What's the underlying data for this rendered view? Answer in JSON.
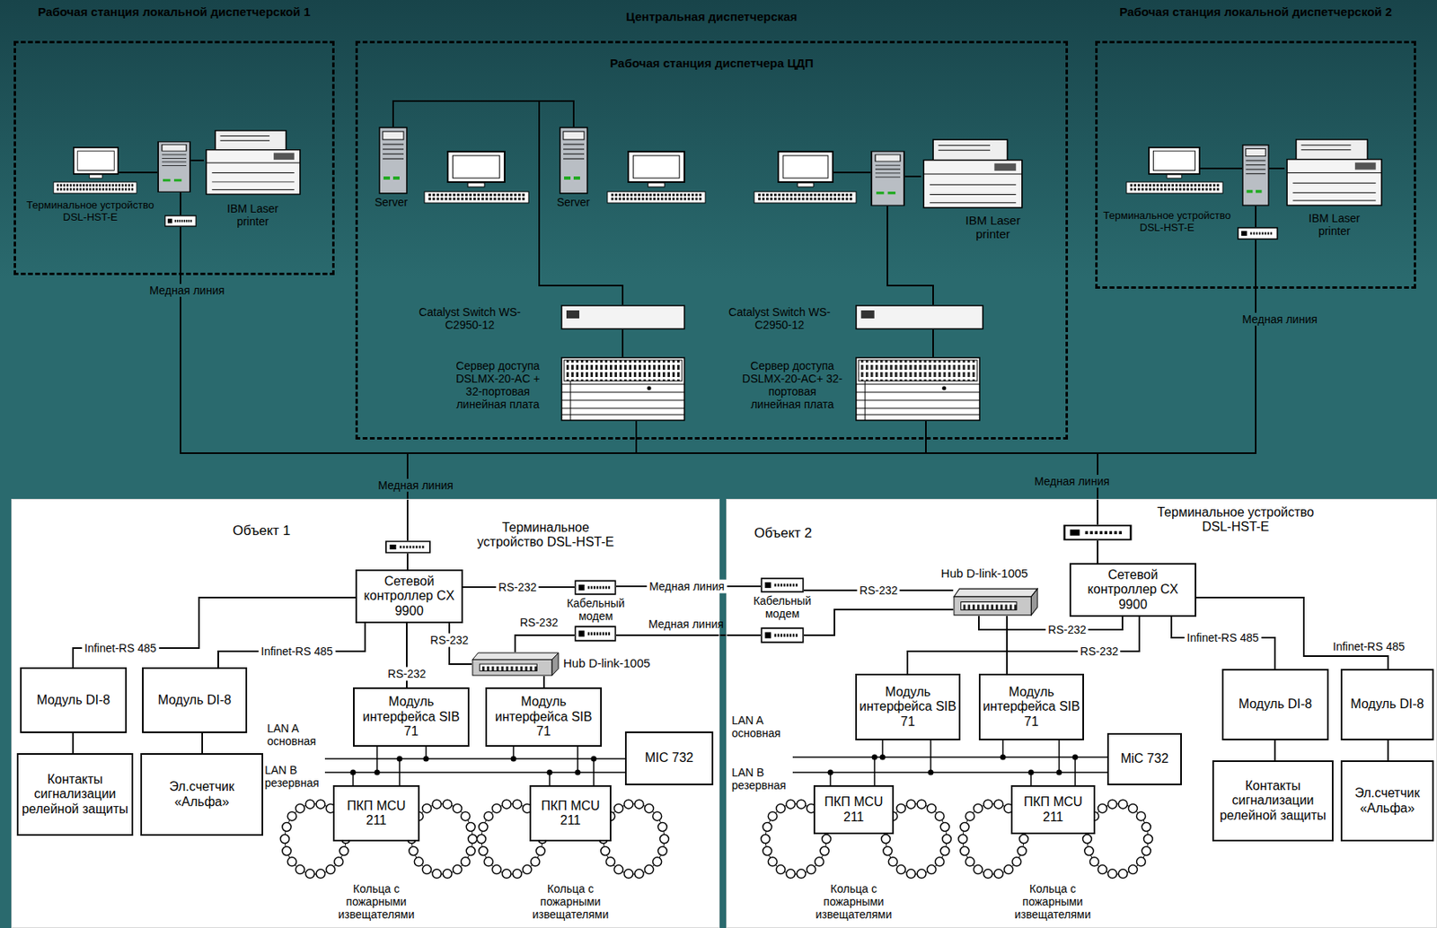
{
  "diagram": {
    "nodes": [
      {
        "text": [
          "Рабочая станция локальной диспетчерской 1"
        ]
      },
      {
        "text": [
          "Терминальное устройство DSL-HST-E"
        ],
        "in": 0
      },
      {
        "text": [
          "IBM Laser printer"
        ],
        "in": 0
      },
      {
        "text": [
          "Центральная диспетчерская",
          "Рабочая станция диспетчера ЦДП"
        ]
      },
      {
        "text": [
          "Server"
        ],
        "in": 3
      },
      {
        "text": [
          "Server"
        ],
        "in": 3
      },
      {
        "text": [
          "IBM Laser printer"
        ],
        "in": 3
      },
      {
        "text": [
          "Catalyst Switch WS-C2950-12"
        ],
        "in": 3
      },
      {
        "text": [
          "Catalyst Switch WS-C2950-12"
        ],
        "in": 3
      },
      {
        "text": [
          "Сервер доступа DSLMX-20-AC + 32-портовая линейная плата"
        ],
        "in": 3
      },
      {
        "text": [
          "Сервер доступа DSLMX-20-AC+ 32-портовая линейная плата"
        ],
        "in": 3
      },
      {
        "text": [
          "Рабочая станция локальной диспетчерской 2"
        ]
      },
      {
        "text": [
          "Терминальное устройство DSL-HST-E"
        ],
        "in": 11
      },
      {
        "text": [
          "IBM Laser printer"
        ],
        "in": 11
      },
      {
        "text": [
          "Объект 1"
        ]
      },
      {
        "text": [
          "Терминальное устройство DSL-HST-E"
        ],
        "in": 14
      },
      {
        "text": [
          "Сетевой контроллер CX 9900"
        ],
        "in": 14
      },
      {
        "text": [
          "Кабельный модем"
        ],
        "in": 14
      },
      {
        "text": [
          "Hub D-link-1005"
        ],
        "in": 14
      },
      {
        "text": [
          "Модуль DI-8"
        ],
        "in": 14
      },
      {
        "text": [
          "Модуль DI-8"
        ],
        "in": 14
      },
      {
        "text": [
          "Модуль интерфейса SIB 71"
        ],
        "in": 14
      },
      {
        "text": [
          "Модуль интерфейса SIB 71"
        ],
        "in": 14
      },
      {
        "text": [
          "MIC 732"
        ],
        "in": 14
      },
      {
        "text": [
          "Контакты сигнализации релейной защиты"
        ],
        "in": 14
      },
      {
        "text": [
          "Эл.счетчик «Альфа»"
        ],
        "in": 14
      },
      {
        "text": [
          "ПКП MCU 211"
        ],
        "in": 14
      },
      {
        "text": [
          "ПКП MCU 211"
        ],
        "in": 14
      },
      {
        "text": [
          "Объект 2"
        ]
      },
      {
        "text": [
          "Кабельный модем"
        ],
        "in": 28
      },
      {
        "text": [
          "Hub D-link-1005"
        ],
        "in": 28
      },
      {
        "text": [
          "Терминальное устройство DSL-HST-E"
        ],
        "in": 28
      },
      {
        "text": [
          "Сетевой контроллер CX 9900"
        ],
        "in": 28
      },
      {
        "text": [
          "Модуль интерфейса SIB 71"
        ],
        "in": 28
      },
      {
        "text": [
          "Модуль интерфейса SIB 71"
        ],
        "in": 28
      },
      {
        "text": [
          "MiC 732"
        ],
        "in": 28
      },
      {
        "text": [
          "Модуль DI-8"
        ],
        "in": 28
      },
      {
        "text": [
          "Модуль DI-8"
        ],
        "in": 28
      },
      {
        "text": [
          "Контакты сигнализации релейной защиты"
        ],
        "in": 28
      },
      {
        "text": [
          "Эл.счетчик «Альфа»"
        ],
        "in": 28
      },
      {
        "text": [
          "ПКП MCU 211"
        ],
        "in": 28
      },
      {
        "text": [
          "ПКП MCU 211"
        ],
        "in": 28
      }
    ],
    "edges": [
      {
        "from": 4,
        "to": 7,
        "arrow": "none"
      },
      {
        "from": 5,
        "to": 7,
        "arrow": "none"
      },
      {
        "from": 7,
        "to": 9,
        "arrow": "none"
      },
      {
        "from": 8,
        "to": 10,
        "arrow": "none"
      },
      {
        "from": 9,
        "to": 1,
        "arrow": "none"
      },
      {
        "from": 9,
        "to": 12,
        "arrow": "none"
      },
      {
        "from": 9,
        "to": 15,
        "arrow": "none"
      },
      {
        "from": 9,
        "to": 31,
        "arrow": "none"
      },
      {
        "from": 10,
        "to": 1,
        "arrow": "none"
      },
      {
        "from": 10,
        "to": 12,
        "arrow": "none"
      },
      {
        "from": 10,
        "to": 15,
        "arrow": "none"
      },
      {
        "from": 10,
        "to": 31,
        "arrow": "none"
      },
      {
        "from": 15,
        "to": 16,
        "arrow": "none"
      },
      {
        "from": 16,
        "to": 17,
        "label": "RS-232",
        "arrow": "none"
      },
      {
        "from": 16,
        "to": 18,
        "label": "RS-232",
        "arrow": "none"
      },
      {
        "from": 16,
        "to": 21,
        "label": "RS-232",
        "arrow": "none"
      },
      {
        "from": 18,
        "to": 22,
        "arrow": "none"
      },
      {
        "from": 16,
        "to": 19,
        "label": "Infinet-RS 485",
        "arrow": "none"
      },
      {
        "from": 16,
        "to": 20,
        "label": "Infinet-RS 485",
        "arrow": "none"
      },
      {
        "from": 19,
        "to": 24,
        "arrow": "none"
      },
      {
        "from": 20,
        "to": 25,
        "arrow": "none"
      },
      {
        "from": 17,
        "to": 29,
        "label": "Медная линия",
        "arrow": "none"
      },
      {
        "from": 31,
        "to": 32,
        "arrow": "none"
      },
      {
        "from": 29,
        "to": 30,
        "label": "RS-232",
        "arrow": "none"
      },
      {
        "from": 32,
        "to": 30,
        "label": "RS-232",
        "arrow": "none"
      },
      {
        "from": 32,
        "to": 33,
        "label": "RS-232",
        "arrow": "none"
      },
      {
        "from": 30,
        "to": 34,
        "arrow": "none"
      },
      {
        "from": 32,
        "to": 36,
        "label": "Infinet-RS 485",
        "arrow": "none"
      },
      {
        "from": 32,
        "to": 37,
        "label": "Infinet-RS 485",
        "arrow": "none"
      },
      {
        "from": 36,
        "to": 38,
        "arrow": "none"
      },
      {
        "from": 37,
        "to": 39,
        "arrow": "none"
      }
    ],
    "labels": [
      "Медная линия",
      "Медная линия",
      "Медная линия",
      "Медная линия",
      "RS-232",
      "Медная линия",
      "LAN A основная",
      "LAN B резервная",
      "Кольца с пожарными извещателями",
      "Кольца с пожарными извещателями",
      "LAN A основная",
      "LAN B резервная",
      "Кольца с пожарными извещателями",
      "Кольца с пожарными извещателями"
    ]
  }
}
